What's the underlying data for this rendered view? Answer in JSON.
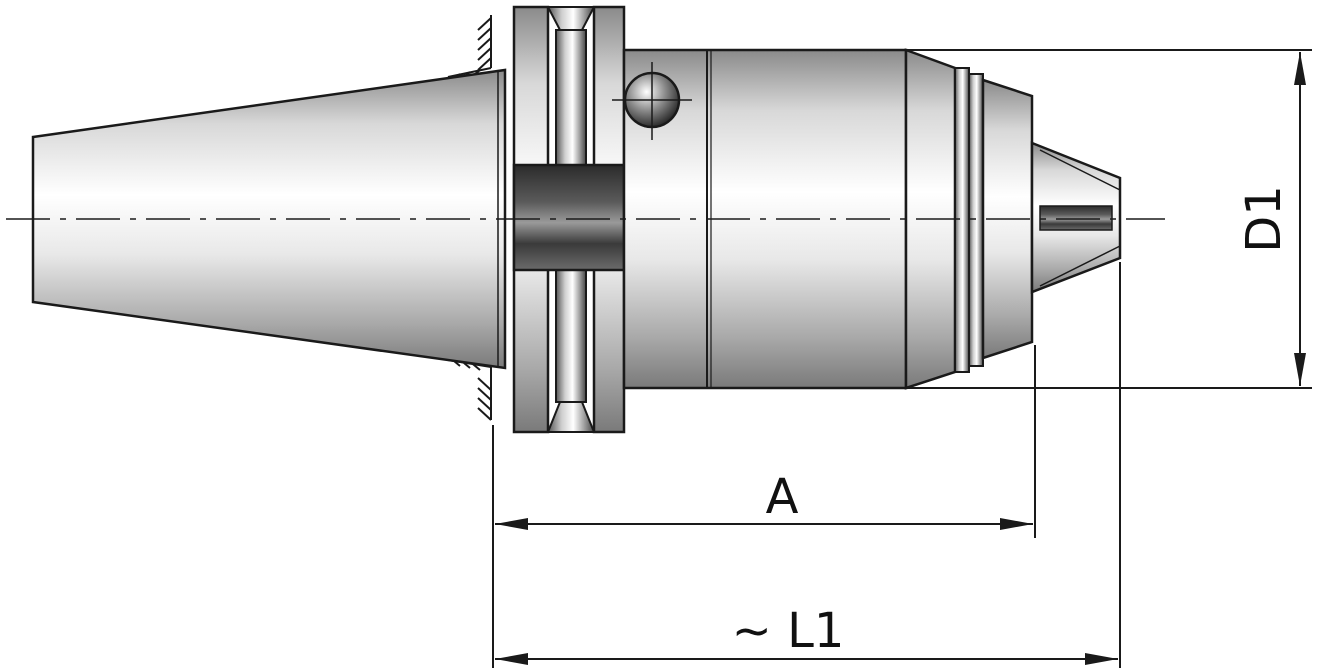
{
  "dimensions": {
    "a_label": "A",
    "l1_label": "~ L1",
    "d1_label": "D1"
  },
  "colors": {
    "outline": "#1a1a1a",
    "steel_light": "#f4f4f4",
    "steel_dark": "#6e6e6e",
    "background": "#ffffff"
  }
}
